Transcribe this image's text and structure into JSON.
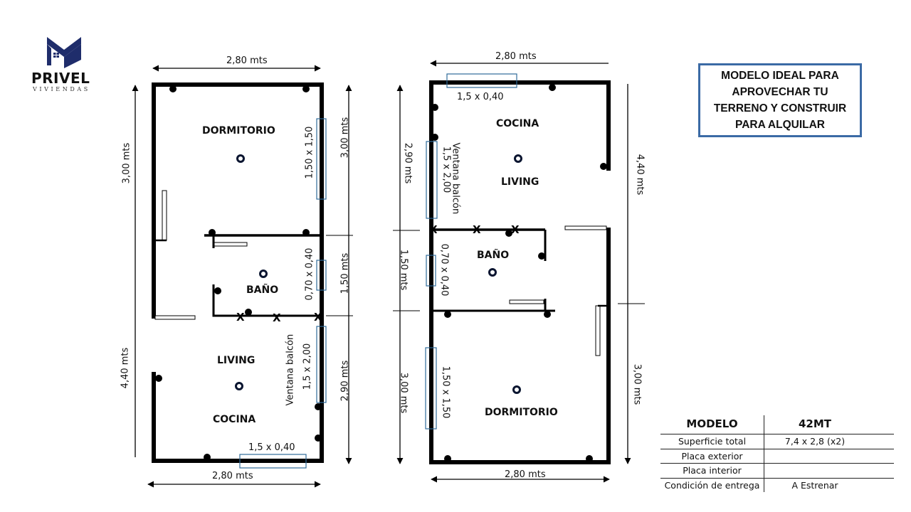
{
  "brand": {
    "name": "PRIVEL",
    "tagline": "VIVIENDAS",
    "colors": {
      "primary": "#1f2d6b"
    }
  },
  "promo": {
    "text": "MODELO IDEAL PARA\nAPROVECHAR TU\nTERRENO Y CONSTRUIR\nPARA ALQUILAR",
    "border_color": "#3b6aa5"
  },
  "plan_a": {
    "dim_top": "2,80 mts",
    "dim_bottom": "2,80 mts",
    "dim_left_upper": "3,00 mts",
    "dim_left_lower": "4,40 mts",
    "dim_right_upper": "3,00 mts",
    "dim_right_middle": "1,50 mts",
    "dim_right_lower": "2,90 mts",
    "rooms": {
      "dormitorio": "DORMITORIO",
      "bano": "BAÑO",
      "living": "LIVING",
      "cocina": "COCINA"
    },
    "windows": {
      "dormitorio": "1,50 x 1,50",
      "bano": "0,70 x 0,40",
      "balcon_label": "Ventana balcón",
      "balcon": "1,5 x 2,00",
      "cocina": "1,5 x 0,40"
    }
  },
  "plan_b": {
    "dim_top": "2,80 mts",
    "dim_bottom": "2,80 mts",
    "dim_left_upper": "2,90 mts",
    "dim_left_middle": "1,50 mts",
    "dim_left_lower": "3,00 mts",
    "dim_right_upper": "4,40 mts",
    "dim_right_lower": "3,00 mts",
    "rooms": {
      "cocina": "COCINA",
      "living": "LIVING",
      "bano": "BAÑO",
      "dormitorio": "DORMITORIO"
    },
    "windows": {
      "cocina": "1,5 x 0,40",
      "balcon_label": "Ventana balcón",
      "balcon": "1,5 x 2,00",
      "bano": "0,70 x 0,40",
      "dormitorio": "1,50 x 1,50"
    }
  },
  "spec_table": {
    "header": {
      "key": "MODELO",
      "value": "42MT"
    },
    "rows": [
      {
        "key": "Superficie total",
        "value": "7,4 x 2,8 (x2)"
      },
      {
        "key": "Placa exterior",
        "value": ""
      },
      {
        "key": "Placa interior",
        "value": ""
      },
      {
        "key": "Condición de entrega",
        "value": "A Estrenar"
      }
    ]
  }
}
